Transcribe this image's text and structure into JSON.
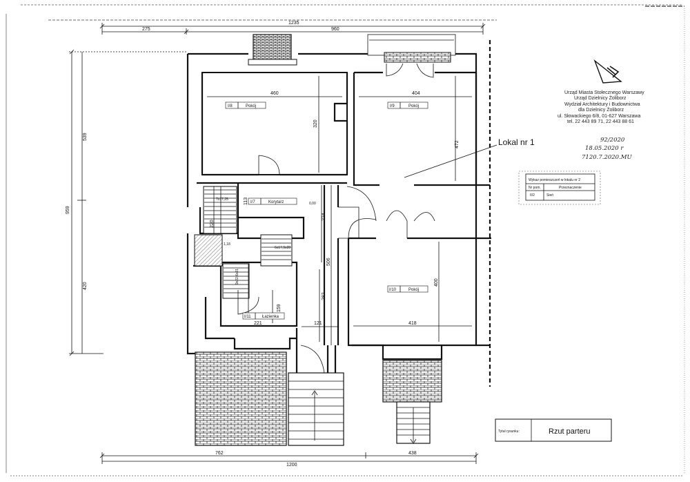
{
  "dimensions": {
    "top_total": "1235",
    "top_left": "275",
    "top_right": "960",
    "left_upper": "539",
    "left_total": "959",
    "left_lower": "420",
    "bottom_total": "1200",
    "bottom_left": "762",
    "bottom_right": "438",
    "room_i8_width": "460",
    "room_i8_height": "320",
    "room_i9_width": "404",
    "room_i9_height": "472",
    "corridor_height": "113",
    "corridor_224": "224",
    "corridor_506": "506",
    "corridor_282": "282",
    "corridor_width": "121",
    "room_i10_width": "418",
    "room_i10_height": "400",
    "bath_width": "221",
    "bath_height": "159",
    "dim_220": "220",
    "stair_1_18": "1,18",
    "level_0_00": "0,00"
  },
  "stairs": {
    "upper": "7x17,25",
    "middle": "6x17,9x28",
    "lower": "9x22,6x21"
  },
  "rooms": {
    "i8": {
      "no": "I/8",
      "name": "Pokój"
    },
    "i9": {
      "no": "I/9",
      "name": "Pokój"
    },
    "i7": {
      "no": "I/7",
      "name": "Korytarz"
    },
    "i10": {
      "no": "I/10",
      "name": "Pokój"
    },
    "i11": {
      "no": "I/11",
      "name": "Łazienka"
    }
  },
  "lokal_label": "Lokal nr 1",
  "stamp": {
    "line1": "Urząd Miasta Stołecznego Warszawy",
    "line2": "Urząd Dzielnicy Żoliborz",
    "line3": "Wydział Architektury i Budownictwa",
    "line4": "dla Dzielnicy Żoliborz",
    "line5": "ul. Słowackiego 6/8, 01-627 Warszawa",
    "line6": "tel. 22 443 89 71, 22 443 88 61"
  },
  "handwritten": {
    "line1": "92/2020",
    "line2": "18.05.2020 r",
    "line3": "7120.7.2020.MU"
  },
  "schedule": {
    "title": "Wykaz pomieszczeń w lokalu nr 2",
    "col1": "Nr pom.",
    "col2": "Przeznaczenie",
    "row_no": "II/2",
    "row_name": "Sień"
  },
  "title_block": {
    "label": "Tytuł rysunku:",
    "value": "Rzut parteru"
  }
}
